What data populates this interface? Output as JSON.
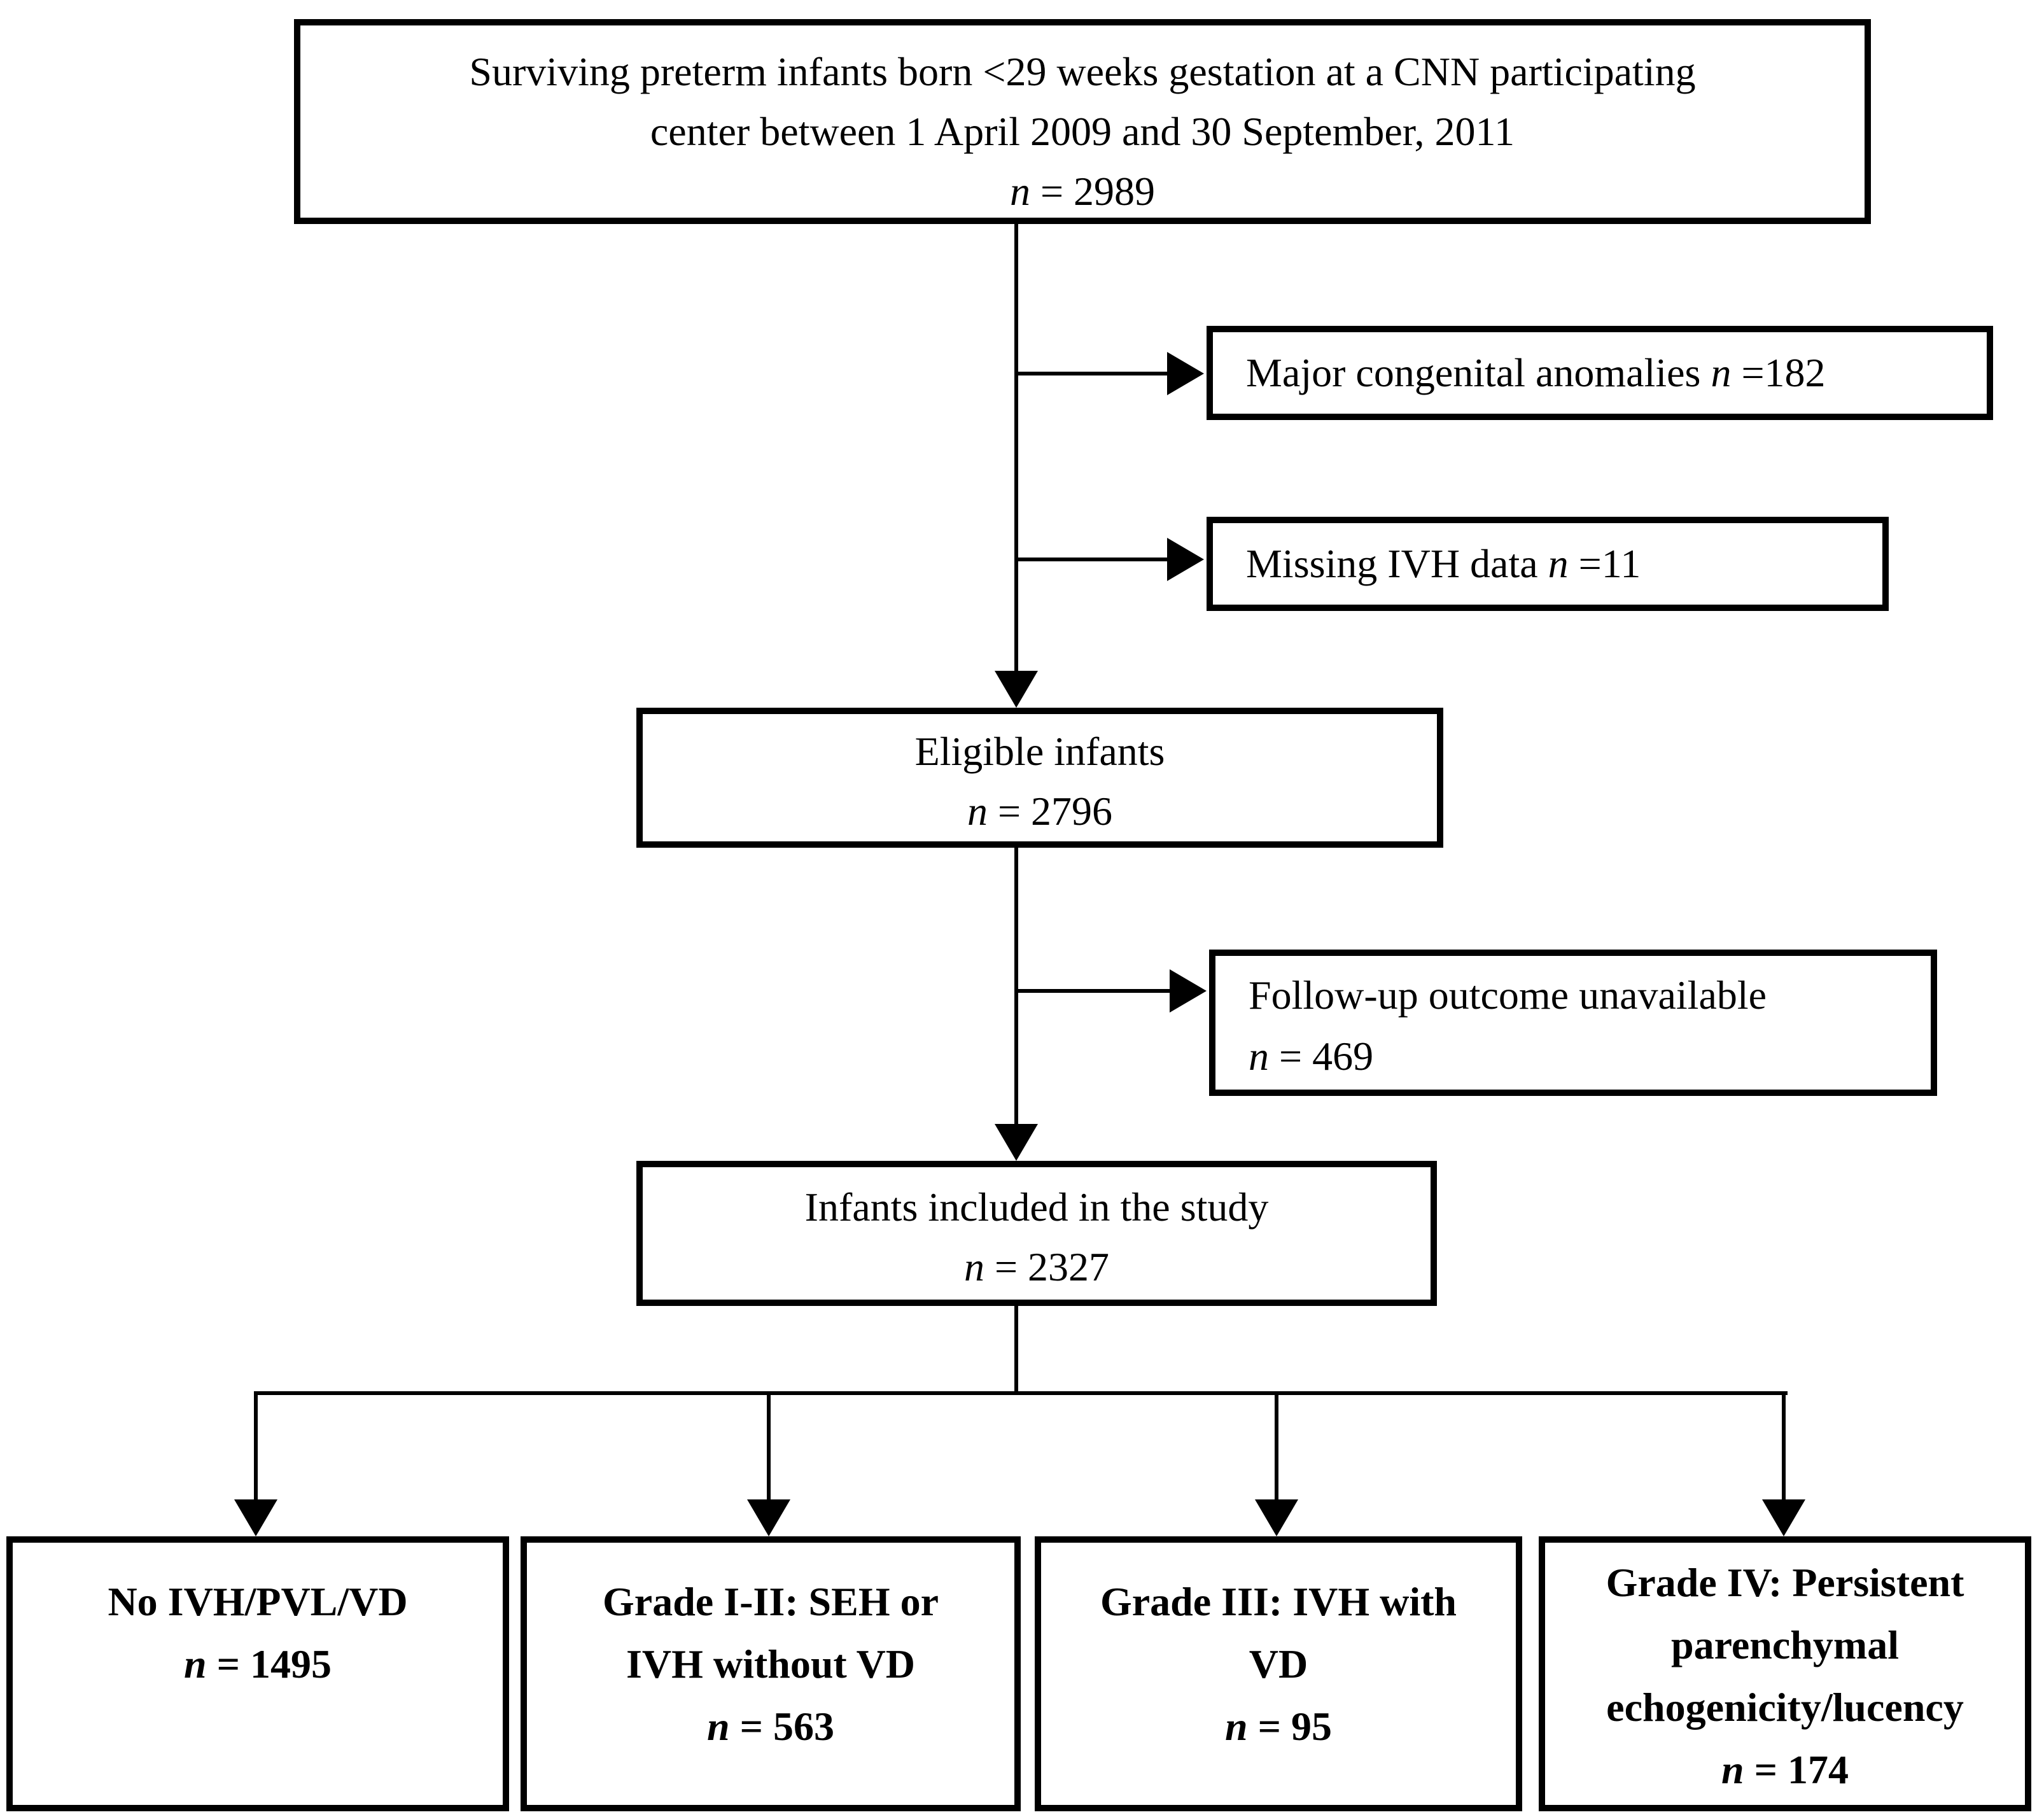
{
  "diagram": {
    "title_note": "Study flow chart of surviving preterm infants",
    "colors": {
      "ink": "#000000",
      "background": "#ffffff"
    },
    "top": {
      "lines": [
        "Surviving preterm infants born <29 weeks gestation at a CNN participating",
        "center between 1 April 2009 and 30 September, 2011"
      ],
      "n": "n",
      "n_value": "= 2989"
    },
    "exclusion1": {
      "label": "Major congenital anomalies",
      "n": "n",
      "n_value": "=182"
    },
    "exclusion2": {
      "label": "Missing IVH data",
      "n": "n",
      "n_value": "=11"
    },
    "eligible": {
      "label": "Eligible infants",
      "n": "n",
      "n_value": "= 2796"
    },
    "followup": {
      "label": "Follow-up outcome unavailable",
      "n": "n",
      "n_value": "= 469"
    },
    "included": {
      "label": "Infants included in the study",
      "n": "n",
      "n_value": "= 2327"
    },
    "outcomes": [
      {
        "lines": [
          "No IVH/PVL/VD"
        ],
        "n": "n",
        "n_value": "= 1495"
      },
      {
        "lines": [
          "Grade I-II: SEH or",
          "IVH without VD"
        ],
        "n": "n",
        "n_value": "= 563"
      },
      {
        "lines": [
          "Grade III: IVH with",
          "VD"
        ],
        "n": "n",
        "n_value": "= 95"
      },
      {
        "lines": [
          "Grade IV: Persistent",
          "parenchymal",
          "echogenicity/lucency"
        ],
        "n": "n",
        "n_value": "= 174"
      }
    ]
  }
}
